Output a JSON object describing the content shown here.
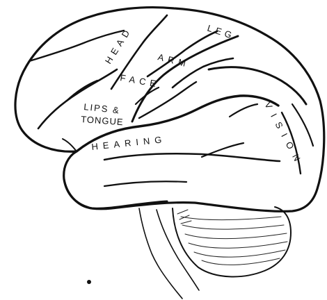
{
  "labels": {
    "head": "HEAD",
    "leg": "LEG",
    "arm": "ARM",
    "face": "FACE",
    "lips": "LIPS &",
    "tongue": "TONGUE",
    "hearing": "HEARING",
    "vision": "VISION"
  }
}
